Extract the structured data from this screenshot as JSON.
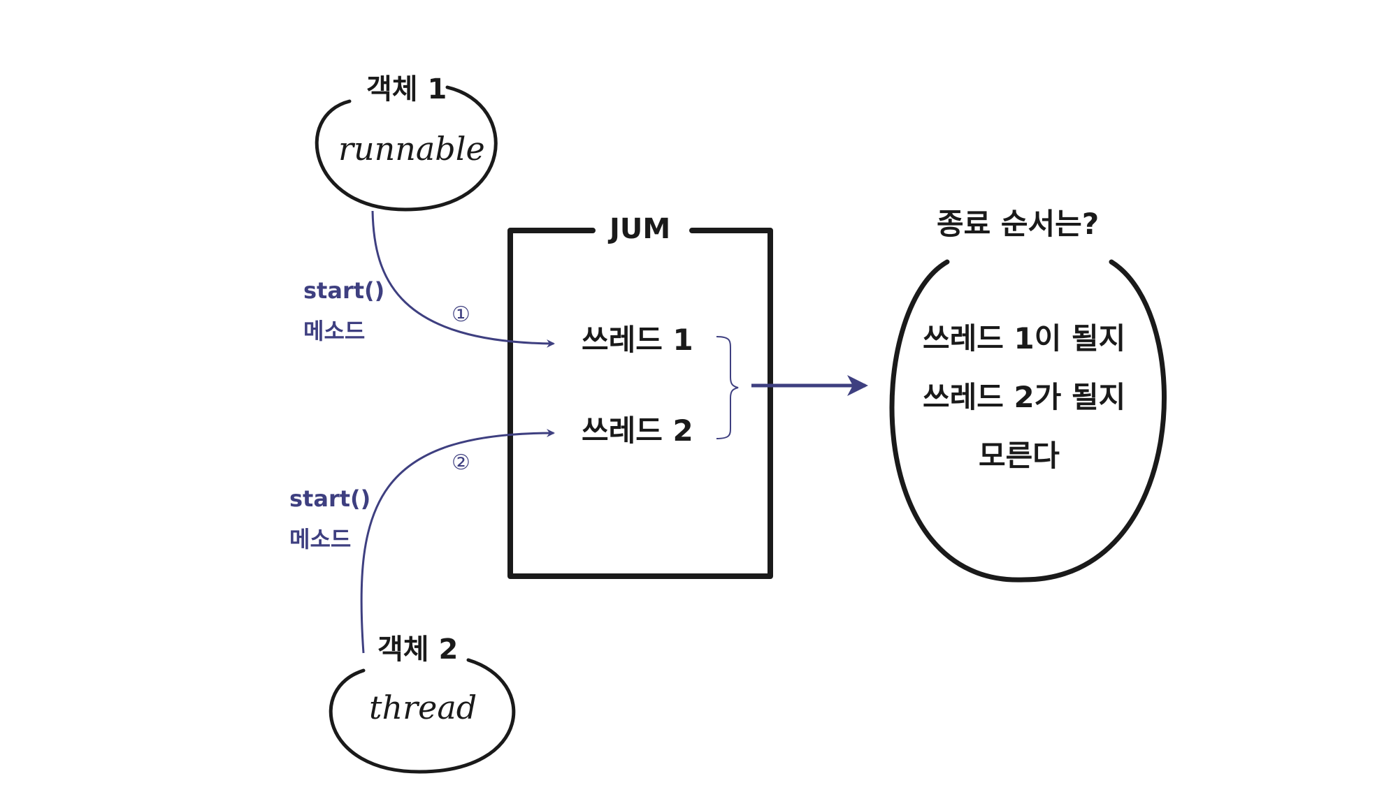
{
  "object1": {
    "title": "객체 1",
    "body": "runnable"
  },
  "object2": {
    "title": "객체 2",
    "body": "thread"
  },
  "call1": {
    "method": "start()",
    "method_sub": "메소드",
    "number": "①"
  },
  "call2": {
    "method": "start()",
    "method_sub": "메소드",
    "number": "②"
  },
  "jvm": {
    "title": "JUM",
    "threads": [
      "쓰레드 1",
      "쓰레드 2"
    ]
  },
  "result": {
    "question": "종료 순서는?",
    "lines": [
      "쓰레드 1이 될지",
      "쓰레드 2가 될지",
      "모른다"
    ]
  },
  "colors": {
    "ink": "#1a1a1a",
    "arrow": "#3e3f80"
  }
}
